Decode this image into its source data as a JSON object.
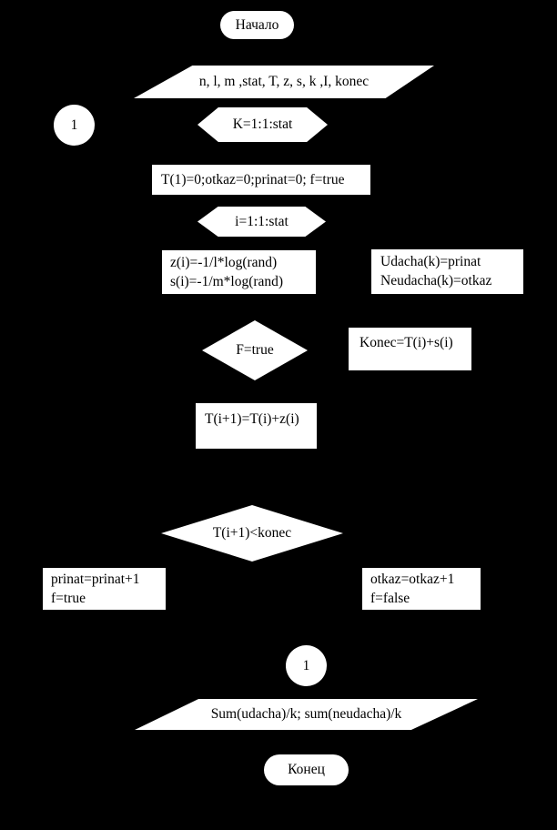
{
  "colors": {
    "background": "#000000",
    "shape_fill": "#ffffff",
    "text": "#000000"
  },
  "nodes": {
    "start": {
      "label": "Начало"
    },
    "input": {
      "label": "n, l, m ,stat, T, z, s, k ,I, konec"
    },
    "connector_left": {
      "label": "1"
    },
    "loop_k": {
      "label": "K=1:1:stat"
    },
    "init": {
      "label": "T(1)=0;otkaz=0;prinat=0; f=true"
    },
    "loop_i": {
      "label": "i=1:1:stat"
    },
    "calc_random": {
      "line1": "z(i)=-1/l*log(rand)",
      "line2": "s(i)=-1/m*log(rand)"
    },
    "record_results": {
      "line1": "Udacha(k)=prinat",
      "line2": "Neudacha(k)=otkaz"
    },
    "decision_f": {
      "label": "F=true"
    },
    "calc_konec": {
      "label": "Konec=T(i)+s(i)"
    },
    "calc_next_t": {
      "label": "T(i+1)=T(i)+z(i)"
    },
    "decision_t": {
      "label": "T(i+1)<konec"
    },
    "branch_accept": {
      "line1": "prinat=prinat+1",
      "line2": "f=true"
    },
    "branch_reject": {
      "line1": "otkaz=otkaz+1",
      "line2": "f=false"
    },
    "connector_bottom": {
      "label": "1"
    },
    "output": {
      "label": "Sum(udacha)/k; sum(neudacha)/k"
    },
    "end": {
      "label": "Конец"
    }
  }
}
